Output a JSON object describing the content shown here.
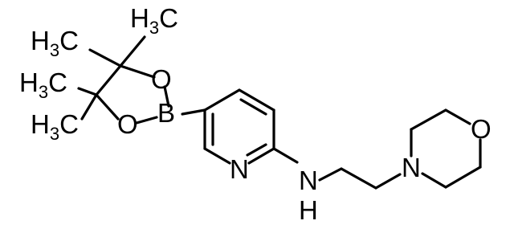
{
  "molecule": {
    "atoms": {
      "methyl_top": {
        "main": "H",
        "sub": "3",
        "tail": "C"
      },
      "methyl_left_upper": {
        "main": "H",
        "sub": "3",
        "tail": "C"
      },
      "methyl_left_middle": {
        "main": "H",
        "sub": "3",
        "tail": "C"
      },
      "methyl_left_lower": {
        "main": "H",
        "sub": "3",
        "tail": "C"
      },
      "oxygen_upper": "O",
      "oxygen_lower": "O",
      "boron": "B",
      "pyridine_nitrogen": "N",
      "amine_nitrogen": "N",
      "amine_hydrogen": "H",
      "morpholine_nitrogen": "N",
      "morpholine_oxygen": "O"
    },
    "colors": {
      "ink": "#000000",
      "background": "#ffffff"
    }
  }
}
